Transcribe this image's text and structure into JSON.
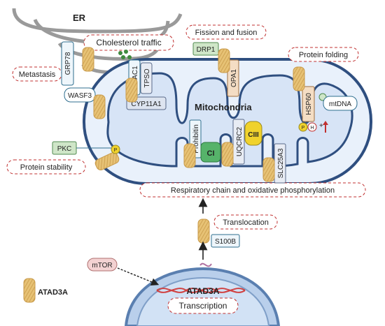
{
  "labels": {
    "er": "ER",
    "cholesterol": "Cholesterol traffic",
    "fission": "Fission and fusion",
    "protein_folding": "Protein folding",
    "metastasis": "Metastasis",
    "mitochondria": "Mitochondria",
    "protein_stability": "Protein stability",
    "respiratory": "Respiratory chain and oxidative phosphorylation",
    "translocation": "Translocation",
    "transcription": "Transcription",
    "legend": "ATAD3A",
    "nucleus_gene": "ATAD3A"
  },
  "proteins": {
    "grp78": "GRP78",
    "wasf3": "WASF3",
    "vdac1": "VDAC1",
    "tpso": "TPSO",
    "cyp11a1": "CYP11A1",
    "drp1": "DRP1",
    "opa1": "OPA1",
    "hsp60": "HSP60",
    "mtdna": "mtDNA",
    "pkc": "PKC",
    "prohibitin": "Prohibitin",
    "uqcrc2": "UQCRC2",
    "slc25a3": "SLC25A3",
    "s100b": "S100B",
    "mtor": "mTOR",
    "ci": "CI",
    "ciii": "CIII"
  },
  "symbols": {
    "p": "P",
    "h": "H",
    "plus": "+"
  },
  "colors": {
    "membrane_outer": "#3f5f93",
    "membrane_fill": "#dce8f8",
    "atad3a": "#e2bc6c",
    "ci": "#56b36a",
    "ciii": "#f0d22c",
    "dash": "#c03030"
  }
}
